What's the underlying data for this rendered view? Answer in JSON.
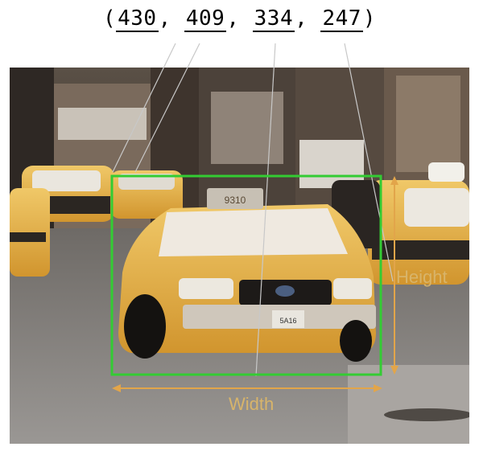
{
  "bbox_tuple": {
    "open": "(",
    "values": [
      "430",
      "409",
      "334",
      "247"
    ],
    "separator": ", ",
    "close": ")"
  },
  "labels": {
    "width": "Width",
    "height": "Height"
  },
  "colors": {
    "bbox_stroke": "#33cc33",
    "arrow": "#e2a54a",
    "label_text": "#d8b46a",
    "taxi_yellow": "#e5a93a",
    "leader_line": "#bfbfbf"
  },
  "icons": {
    "taxi_sign": "9310",
    "license_plate": "5A16"
  }
}
